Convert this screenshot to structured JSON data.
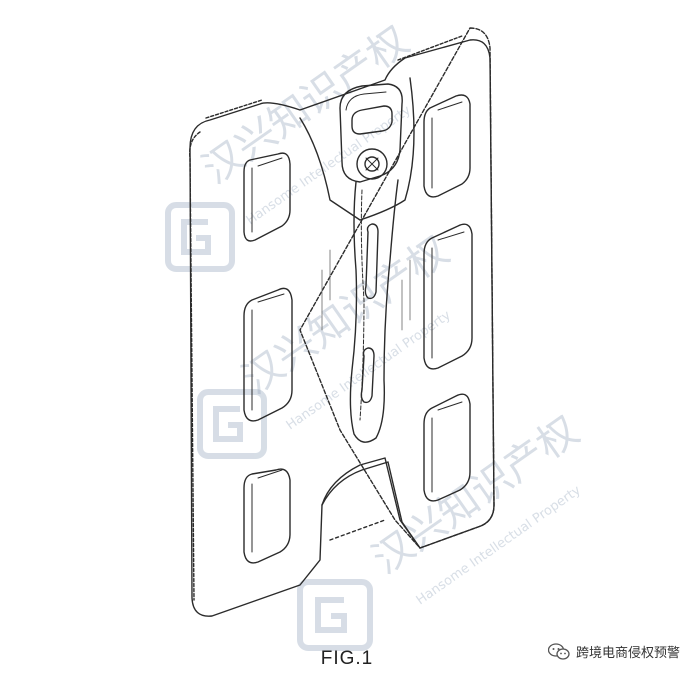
{
  "figure": {
    "caption": "FIG.1"
  },
  "watermark": {
    "brand_cn": "汉兴知识产权",
    "brand_en": "Hansome Intellectual Property",
    "logo_icon": "gs-logo-icon"
  },
  "credit": {
    "icon": "wechat-icon",
    "label": "跨境电商侵权预警"
  },
  "colors": {
    "line": "#2b2b2b",
    "watermark": "#9fb0c4"
  }
}
